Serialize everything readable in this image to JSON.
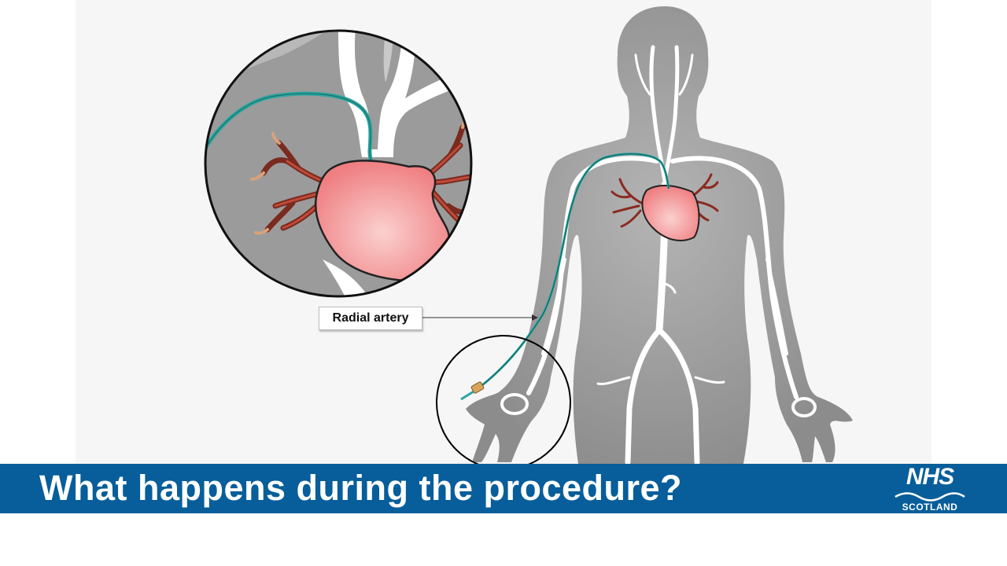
{
  "callout": {
    "label": "Radial artery"
  },
  "banner": {
    "title": "What happens during the procedure?"
  },
  "logo": {
    "name": "NHS",
    "region": "SCOTLAND"
  },
  "colors": {
    "banner": "#075e9a",
    "body": "#8a8a8a",
    "vessel": "#ffffff",
    "catheter": "#2aa6a0",
    "heart": "#f08c8c",
    "coronary": "#8b2a20"
  },
  "icons": [
    "heart-illustration",
    "human-body-illustration",
    "catheter",
    "magnifier-circle",
    "nhs-scotland-logo"
  ]
}
